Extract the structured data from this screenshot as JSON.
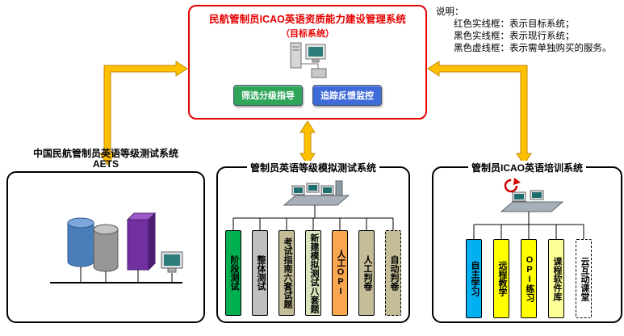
{
  "colors": {
    "target_border": "#E60000",
    "system_border": "#000000",
    "arrow_fill": "#FFC000",
    "arrow_stroke": "#C08A00"
  },
  "target_system": {
    "title": "民航管制员ICAO英语资质能力建设管理系统",
    "subtitle": "（目标系统）",
    "buttons": [
      {
        "label": "筛选分级指导",
        "color": "#2FA558"
      },
      {
        "label": "追踪反馈监控",
        "color": "#3F6BD8"
      }
    ]
  },
  "legend": {
    "title": "说明：",
    "items": [
      "红色实线框：表示目标系统；",
      "黑色实线框：表示现行系统；",
      "黑色虚线框：表示需单独购买的服务。"
    ]
  },
  "aets_system": {
    "title_line1": "中国民航管制员英语等级测试系统",
    "title_line2": "AETS"
  },
  "mock_test_system": {
    "title": "管制员英语等级模拟测试系统",
    "bars": [
      {
        "label": "阶段测试",
        "color": "#00B050",
        "dashed": false
      },
      {
        "label": "整体测试",
        "color": "#BFBFBF",
        "dashed": false
      },
      {
        "label": "考试指南六套试题",
        "color": "#C4BD97",
        "dashed": false
      },
      {
        "label": "新建模拟测试八套题",
        "color": "#D7E4BD",
        "dashed": false
      },
      {
        "label": "人工OPI",
        "color": "#FAA651",
        "dashed": false
      },
      {
        "label": "人工判卷",
        "color": "#C4BD97",
        "dashed": false
      },
      {
        "label": "自动判卷",
        "color": "#C4BD97",
        "dashed": true
      }
    ]
  },
  "training_system": {
    "title": "管制员ICAO英语培训系统",
    "bars": [
      {
        "label": "自主学习",
        "color": "#00B0F0",
        "dashed": false
      },
      {
        "label": "远程教学",
        "color": "#FFFF00",
        "dashed": false
      },
      {
        "label": "OPI练习",
        "color": "#FFFF00",
        "dashed": false
      },
      {
        "label": "课程软件库",
        "color": "#FFFF99",
        "dashed": false
      },
      {
        "label": "云互动课堂",
        "color": "#FFFFFF",
        "dashed": true
      }
    ]
  }
}
